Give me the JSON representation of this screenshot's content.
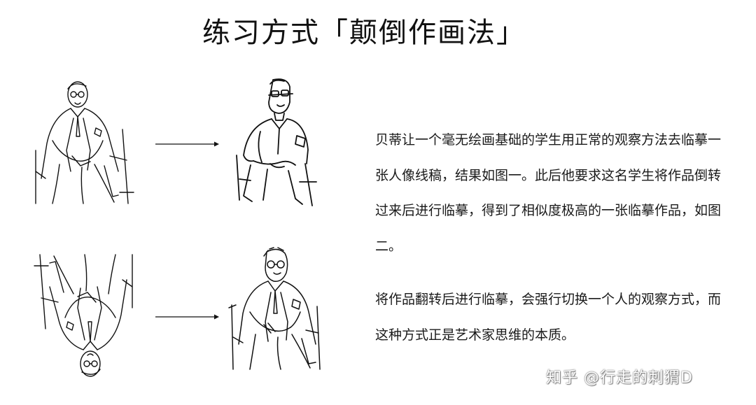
{
  "title": "练习方式「颠倒作画法」",
  "paragraphs": [
    "贝蒂让一个毫无绘画基础的学生用正常的观察方法去临摹一张人像线稿，结果如图一。此后他要求这名学生将作品倒转过来后进行临摹，得到了相似度极高的一张临摹作品，如图二。",
    "将作品翻转后进行临摹，会强行切换一个人的观察方式，而这种方式正是艺术家思维的本质。"
  ],
  "watermark": "知乎 @行走的刺猬D",
  "colors": {
    "ink": "#111111",
    "background": "#ffffff"
  }
}
